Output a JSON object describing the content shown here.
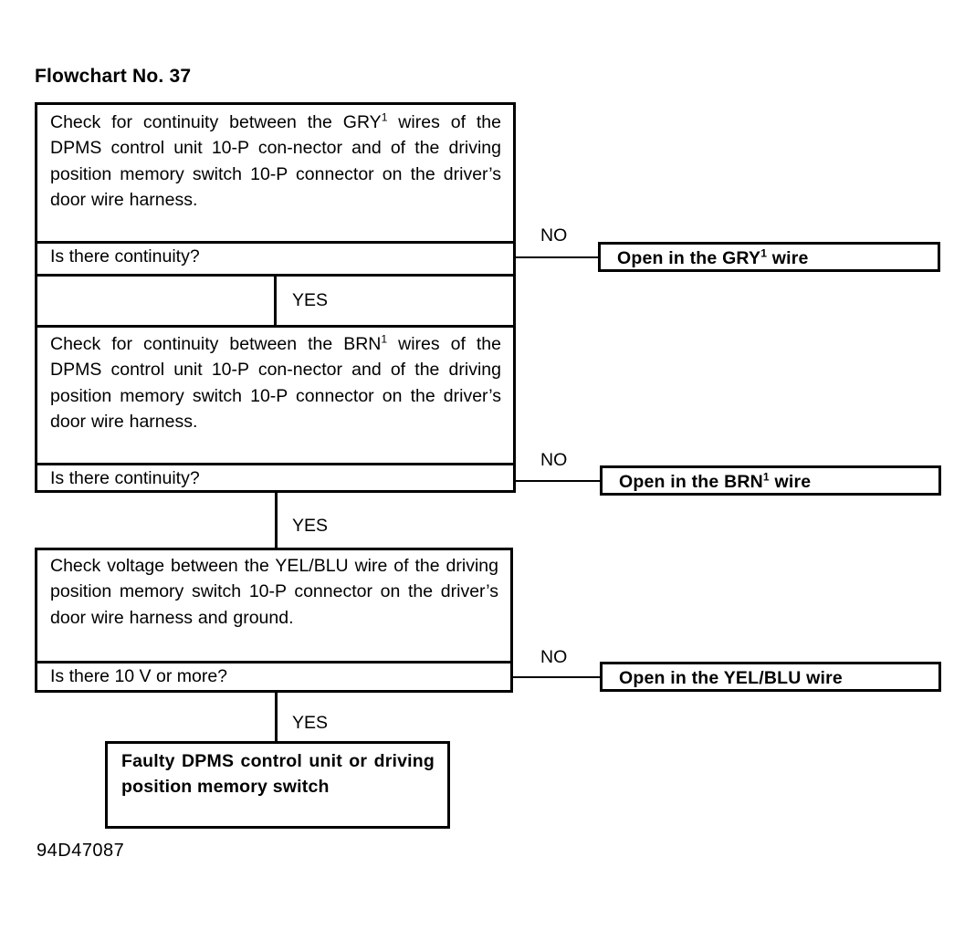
{
  "document": {
    "title": "Flowchart No. 37",
    "figure_code": "94D47087"
  },
  "steps": [
    {
      "id": "step-1",
      "statement_html": "Check for continuity between the GRY<sup>1</sup> wires of the DPMS control unit 10-P con-nector and of the driving position memory switch 10-P connector on the  driver’s door wire harness.",
      "statement_text": "Check for continuity between the GRY1 wires of the DPMS control unit 10-P connector and of the driving position memory switch 10-P connector on the driver's door wire harness.",
      "question": "Is there continuity?",
      "no_label": "NO",
      "yes_label": "YES",
      "no_result_html": "Open in the GRY<sup>1</sup> wire",
      "no_result_text": "Open in the GRY1 wire"
    },
    {
      "id": "step-2",
      "statement_html": "Check for continuity between the BRN<sup>1</sup> wires of the DPMS control unit 10-P con-nector and of the driving position memory switch 10-P connector on the driver’s door wire harness.",
      "statement_text": "Check for continuity between the BRN1 wires of the DPMS control unit 10-P connector and of the driving position memory switch 10-P connector on the driver's door wire harness.",
      "question": "Is there continuity?",
      "no_label": "NO",
      "yes_label": "YES",
      "no_result_html": "Open in the BRN<sup>1</sup> wire",
      "no_result_text": "Open in the BRN1 wire"
    },
    {
      "id": "step-3",
      "statement_html": "Check voltage between the YEL/BLU wire of the driving position memory switch 10-P connector on the driver’s door wire harness and ground.",
      "statement_text": "Check voltage between the YEL/BLU wire of the driving position memory switch 10-P connector on the driver's door wire harness and ground.",
      "question": "Is there 10 V or more?",
      "no_label": "NO",
      "yes_label": "YES",
      "no_result_html": "Open in the YEL/BLU wire",
      "no_result_text": "Open in the YEL/BLU wire"
    }
  ],
  "terminal": {
    "id": "terminal-outcome",
    "text": "Faulty DPMS control unit or driving position memory switch"
  },
  "colors": {
    "ink": "#000000",
    "paper": "#ffffff"
  }
}
